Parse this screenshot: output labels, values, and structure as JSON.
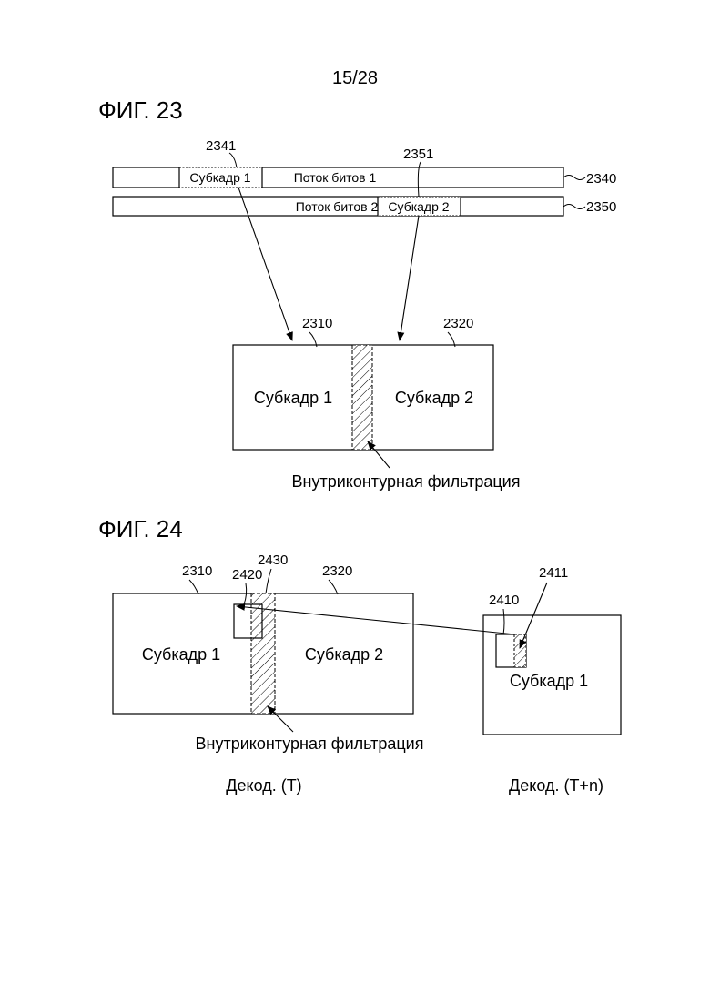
{
  "page_number": "15/28",
  "fig23": {
    "title": "ФИГ. 23",
    "bitstream1": {
      "ref": "2340",
      "label": "Поток битов 1",
      "subframe_label": "Субкадр 1",
      "subframe_ref": "2341"
    },
    "bitstream2": {
      "ref": "2350",
      "label": "Поток битов 2",
      "subframe_label": "Субкадр 2",
      "subframe_ref": "2351"
    },
    "frame": {
      "left_ref": "2310",
      "right_ref": "2320",
      "left_label": "Субкадр 1",
      "right_label": "Субкадр 2",
      "filter_caption": "Внутриконтурная фильтрация"
    }
  },
  "fig24": {
    "title": "ФИГ. 24",
    "frame_t": {
      "left_ref": "2310",
      "right_ref": "2320",
      "block_ref": "2420",
      "filter_ref": "2430",
      "left_label": "Субкадр 1",
      "right_label": "Субкадр 2",
      "filter_caption": "Внутриконтурная фильтрация",
      "caption": "Декод. (T)"
    },
    "frame_tn": {
      "block_ref": "2410",
      "hatch_ref": "2411",
      "label": "Субкадр 1",
      "caption": "Декод. (T+n)"
    }
  }
}
